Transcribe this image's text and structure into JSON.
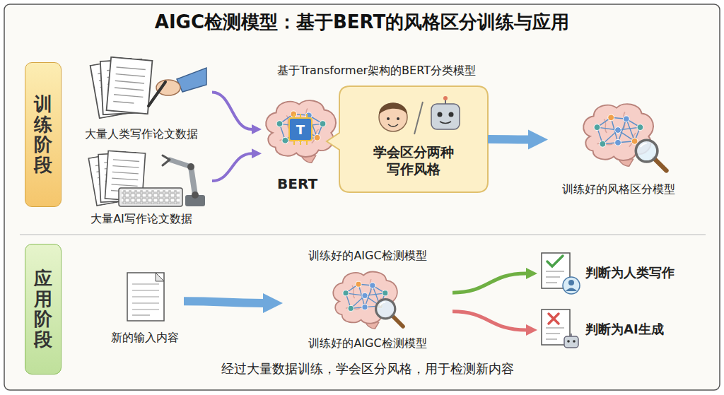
{
  "diagram": {
    "title": "AIGC检测模型：基于BERT的风格区分训练与应用",
    "caption": "经过大量数据训练，学会区分风格，用于检测新内容",
    "nodes": [
      {
        "text": [
          "训练阶段"
        ]
      },
      {
        "text": [
          "大量人类写作论文数据"
        ]
      },
      {
        "text": [
          "大量AI写作论文数据"
        ]
      },
      {
        "text": [
          "基于Transformer架构的BERT分类模型",
          "BERT"
        ]
      },
      {
        "text": [
          "学会区分两种写作风格"
        ],
        "in": 3
      },
      {
        "text": [
          "训练好的风格区分模型"
        ]
      },
      {
        "text": [
          "应用阶段"
        ]
      },
      {
        "text": [
          "新的输入内容"
        ]
      },
      {
        "text": [
          "训练好的AIGC检测模型",
          "训练好的AIGC检测模型"
        ]
      },
      {
        "text": [
          "判断为人类写作"
        ]
      },
      {
        "text": [
          "判断为AI生成"
        ]
      }
    ],
    "edges": [
      {
        "from": 1,
        "to": 3,
        "arrow": "to"
      },
      {
        "from": 2,
        "to": 3,
        "arrow": "to"
      },
      {
        "from": 4,
        "to": 5,
        "arrow": "to"
      },
      {
        "from": 7,
        "to": 8,
        "arrow": "to"
      },
      {
        "from": 8,
        "to": 9,
        "arrow": "to"
      },
      {
        "from": 8,
        "to": 10,
        "arrow": "to"
      }
    ],
    "labels": [
      "T"
    ]
  }
}
